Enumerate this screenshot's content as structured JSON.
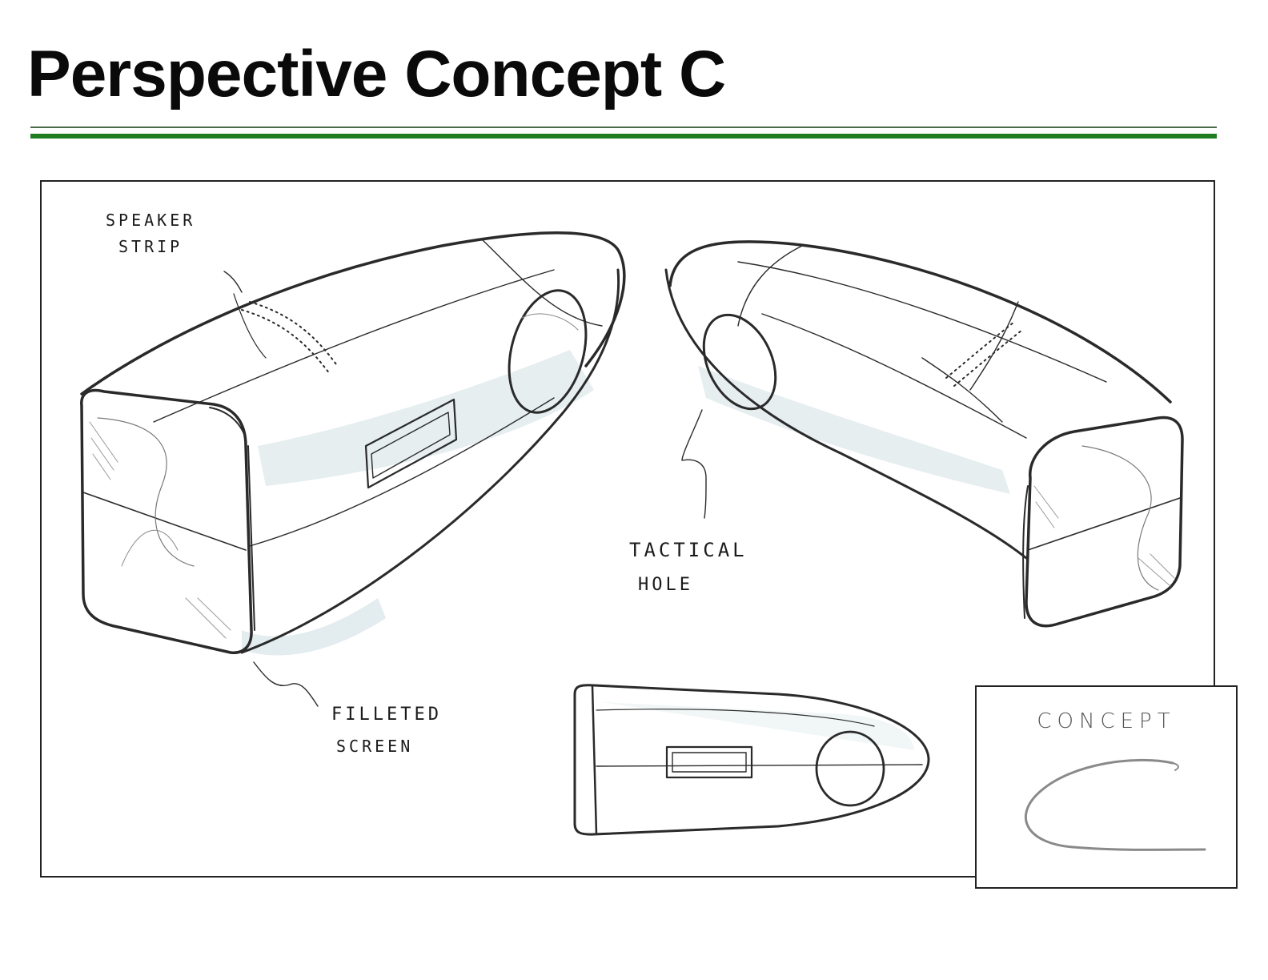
{
  "page": {
    "title": "Perspective Concept C",
    "accent_color": "#1e7d1e"
  },
  "sketch": {
    "annotations": {
      "speaker_strip_line1": "SPEAKER",
      "speaker_strip_line2": "STRIP",
      "tactical_hole_line1": "TACTICAL",
      "tactical_hole_line2": "HOLE",
      "filleted_screen_line1": "FILLETED",
      "filleted_screen_line2": "SCREEN"
    }
  },
  "stamp": {
    "word": "CONCEPT",
    "letter": "C"
  }
}
